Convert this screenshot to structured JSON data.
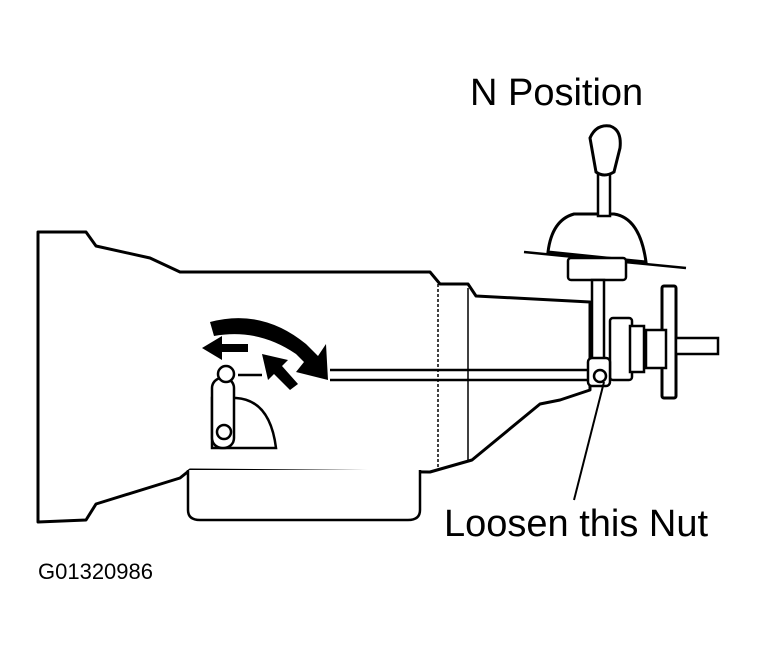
{
  "labels": {
    "n_position": "N Position",
    "loosen_nut": "Loosen this Nut",
    "figure_code": "G01320986"
  },
  "colors": {
    "ink": "#000000",
    "paper": "#ffffff"
  },
  "icons": {
    "rotate_arrow": "curved-arrow-icon",
    "left_arrow": "left-arrow-icon",
    "diag_arrow": "diagonal-arrow-icon"
  }
}
